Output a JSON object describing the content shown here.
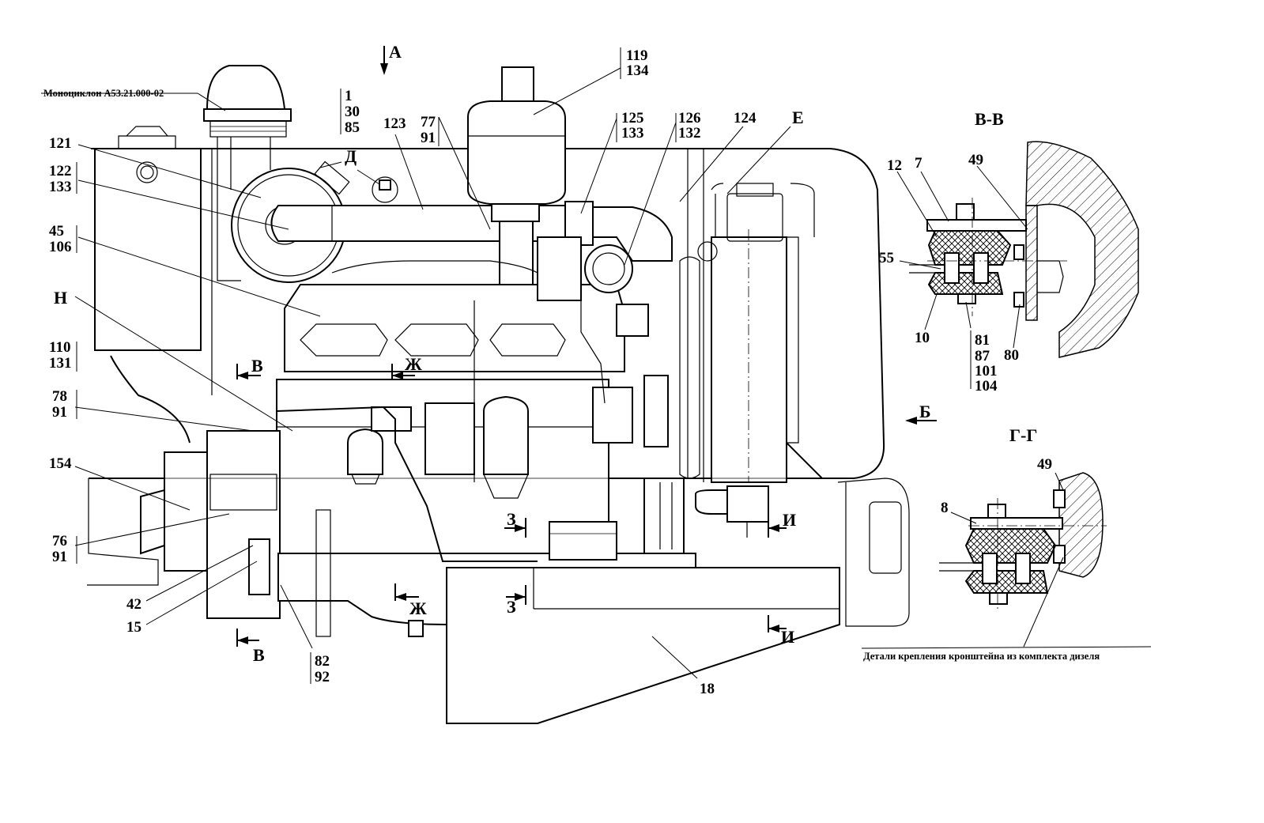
{
  "notes": {
    "monocyclone": "Моноциклон А53.21.000-02",
    "bracket_parts": "Детали крепления кронштейна из комплекта дизеля"
  },
  "sections": {
    "vv": "В-В",
    "gg": "Г-Г"
  },
  "views": {
    "a": "А",
    "b": "Б",
    "d": "Д",
    "e": "Е",
    "n": "Н",
    "v_top": "В",
    "v_bottom": "В",
    "zh_top": "Ж",
    "zh_bottom": "Ж",
    "z_top": "З",
    "z_bottom": "З",
    "i_top": "И",
    "i_bottom": "И"
  },
  "callouts": {
    "c1": "1",
    "c30": "30",
    "c85": "85",
    "c119": "119",
    "c134": "134",
    "c123": "123",
    "c77": "77",
    "c91a": "91",
    "c125": "125",
    "c133a": "133",
    "c126": "126",
    "c132": "132",
    "c124": "124",
    "c121": "121",
    "c122": "122",
    "c133b": "133",
    "c45": "45",
    "c106": "106",
    "c110": "110",
    "c131": "131",
    "c78": "78",
    "c91b": "91",
    "c154": "154",
    "c76": "76",
    "c91c": "91",
    "c42": "42",
    "c15": "15",
    "c82": "82",
    "c92": "92",
    "c18": "18",
    "c12": "12",
    "c7": "7",
    "c49a": "49",
    "c55": "55",
    "c10": "10",
    "c81": "81",
    "c87": "87",
    "c101": "101",
    "c104": "104",
    "c80": "80",
    "c49b": "49",
    "c8": "8"
  }
}
